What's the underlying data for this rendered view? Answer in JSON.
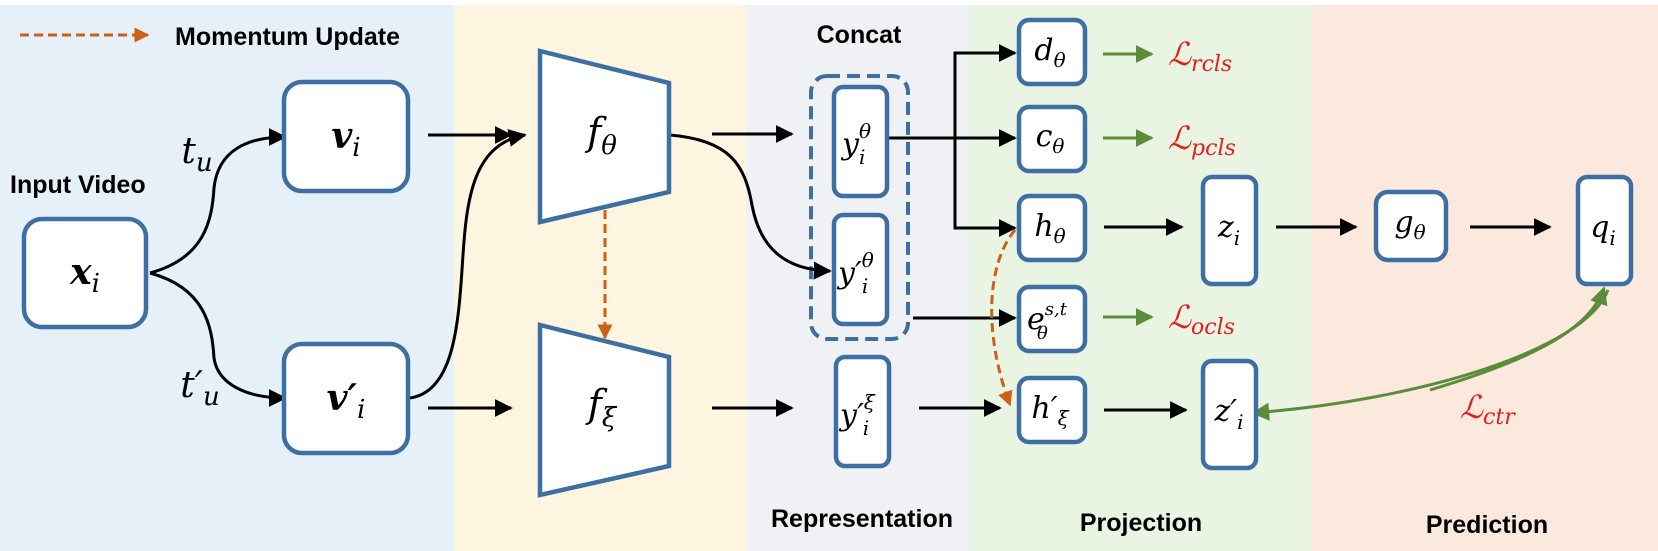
{
  "legend": {
    "label": "Momentum Update",
    "color": "#cc5f1a"
  },
  "sections": {
    "input": {
      "title": "Input Video",
      "bg": "#e6f0f9"
    },
    "encoder": {
      "bg": "#fdf5df"
    },
    "representation": {
      "title": "Representation",
      "concat_label": "Concat",
      "bg": "#eff1f4"
    },
    "projection": {
      "title": "Projection",
      "bg": "#e9f4e3"
    },
    "prediction": {
      "title": "Prediction",
      "bg": "#fbe9de"
    }
  },
  "nodes": {
    "x": {
      "base": "x",
      "sub": "i"
    },
    "v": {
      "base": "v",
      "sub": "i"
    },
    "vp": {
      "base": "v′",
      "sub": "i"
    },
    "f_theta": {
      "base": "f",
      "sub": "θ"
    },
    "f_xi": {
      "base": "f",
      "sub": "ξ"
    },
    "y_theta": {
      "base": "y",
      "sup": "θ",
      "sub": "i"
    },
    "yp_theta": {
      "base": "y′",
      "sup": "θ",
      "sub": "i"
    },
    "yp_xi": {
      "base": "y′",
      "sup": "ξ",
      "sub": "i"
    },
    "d": {
      "base": "d",
      "sub": "θ"
    },
    "c": {
      "base": "c",
      "sub": "θ"
    },
    "h": {
      "base": "h",
      "sub": "θ"
    },
    "e": {
      "base": "e",
      "sup": "s,t",
      "sub": "θ"
    },
    "hp": {
      "base": "h′",
      "sub": "ξ"
    },
    "z": {
      "base": "z",
      "sub": "i"
    },
    "zp": {
      "base": "z′",
      "sub": "i"
    },
    "g": {
      "base": "g",
      "sub": "θ"
    },
    "q": {
      "base": "q",
      "sub": "i"
    }
  },
  "transforms": {
    "tu": {
      "base": "t",
      "sub": "u"
    },
    "tpu": {
      "base": "t′",
      "sub": "u"
    }
  },
  "losses": {
    "rcls": {
      "base": "ℒ",
      "sub": "rcls"
    },
    "pcls": {
      "base": "ℒ",
      "sub": "pcls"
    },
    "ocls": {
      "base": "ℒ",
      "sub": "ocls"
    },
    "ctr": {
      "base": "ℒ",
      "sub": "ctr"
    }
  },
  "colors": {
    "box_stroke": "#3d6fa3",
    "loss_arrow": "#5b8c3a",
    "loss_text": "#e0201f",
    "momentum_arrow": "#cc5f1a"
  }
}
